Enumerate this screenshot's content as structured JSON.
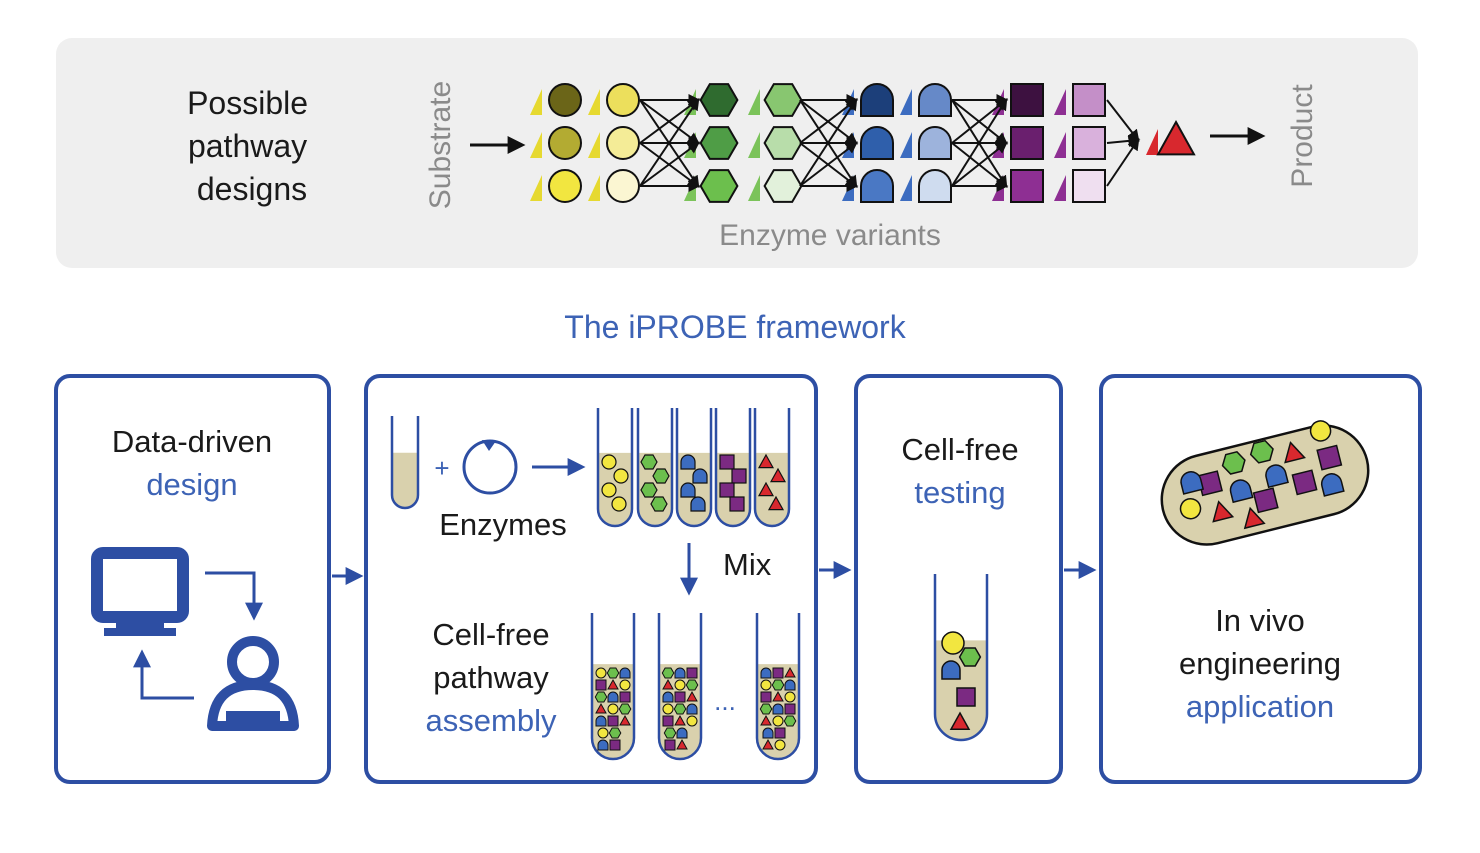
{
  "top_panel": {
    "title_lines": [
      "Possible",
      "pathway",
      "designs"
    ],
    "substrate_label": "Substrate",
    "enzyme_variants_label": "Enzyme variants",
    "product_label": "Product"
  },
  "framework_title": "The iPROBE framework",
  "panels": {
    "design": {
      "line1": "Data-driven",
      "line2": "design"
    },
    "assembly": {
      "enzymes_label": "Enzymes",
      "plus_sign": "+",
      "mix_label": "Mix",
      "line1": "Cell-free",
      "line2": "pathway",
      "line3": "assembly",
      "ellipsis": "..."
    },
    "testing": {
      "line1": "Cell-free",
      "line2": "testing"
    },
    "application": {
      "line1": "In vivo",
      "line2": "engineering",
      "line3": "application"
    }
  },
  "colors": {
    "frame_blue": "#2d4ea3",
    "accent_text_blue": "#3d63b5",
    "panel_gray": "#efefef",
    "liquid_tan": "#d9d1ad",
    "yellow": [
      "#6b6518",
      "#b3ab32",
      "#f2e640"
    ],
    "yellow_pale": [
      "#ecdf5c",
      "#f4ec97",
      "#fbf6d2"
    ],
    "green": [
      "#2f6b2f",
      "#4f9d46",
      "#6cbf4d"
    ],
    "green_pale": [
      "#88c670",
      "#b8ddaa",
      "#e2f1db"
    ],
    "blue": [
      "#1c3f7a",
      "#2f5fab",
      "#4a78c4"
    ],
    "blue_pale": [
      "#6689c8",
      "#9db3dc",
      "#cfdcef"
    ],
    "purple": [
      "#3d1140",
      "#6a1f6e",
      "#8e2f93"
    ],
    "purple_pale": [
      "#c48fc8",
      "#d9b1dc",
      "#efdff0"
    ],
    "red": "#d8282e"
  }
}
